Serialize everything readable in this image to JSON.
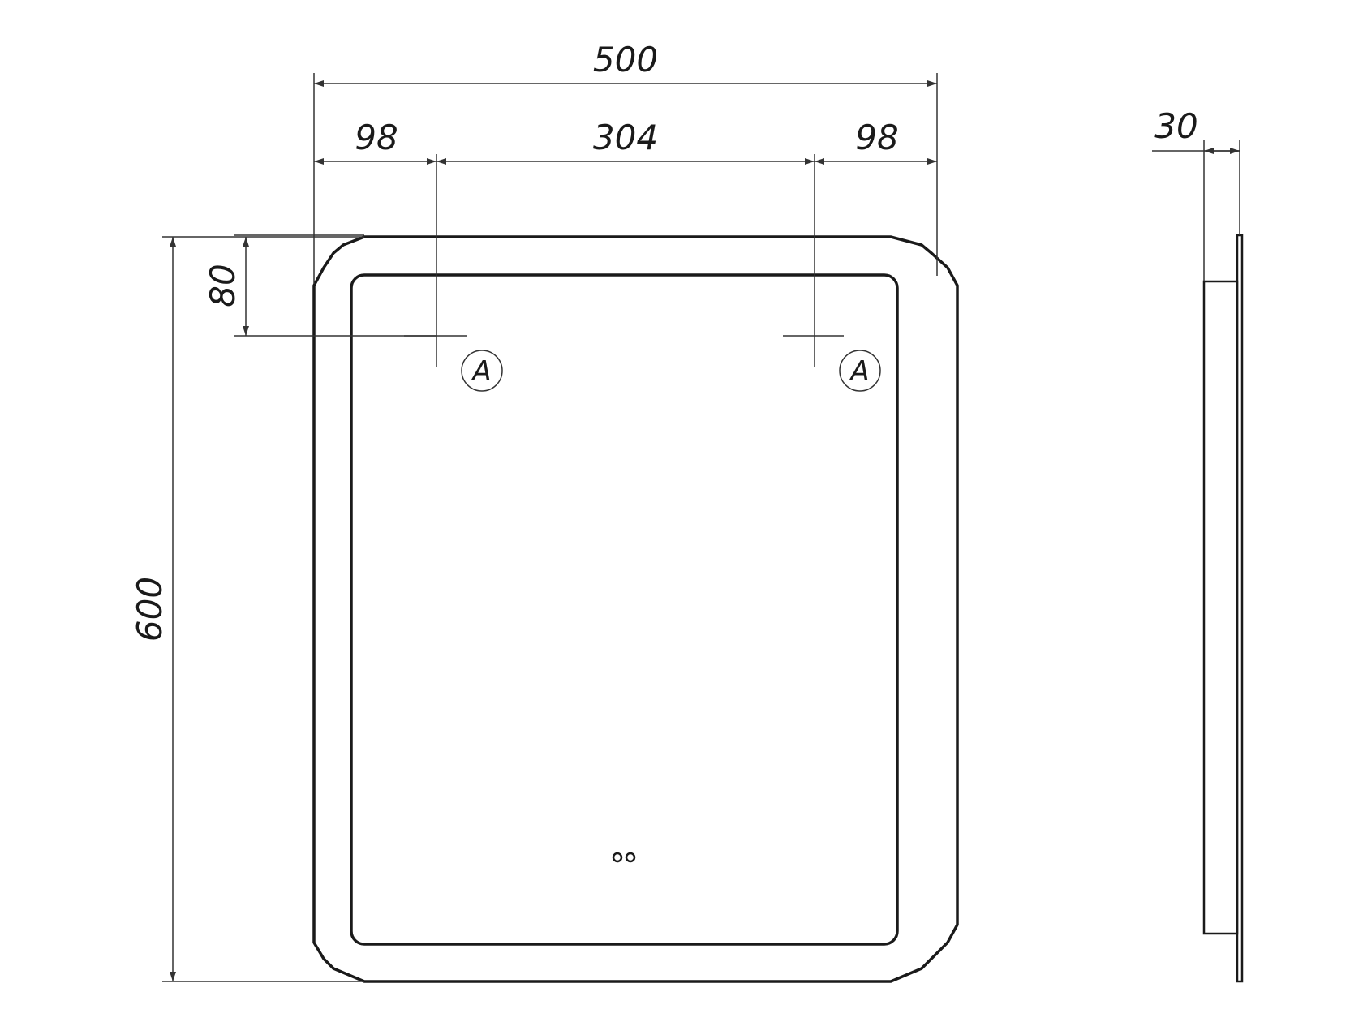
{
  "dimensions": {
    "overall_width": "500",
    "left_offset": "98",
    "hole_spacing": "304",
    "right_offset": "98",
    "depth": "30",
    "hole_height": "80",
    "overall_height": "600"
  },
  "markers": {
    "left": "A",
    "right": "A"
  }
}
